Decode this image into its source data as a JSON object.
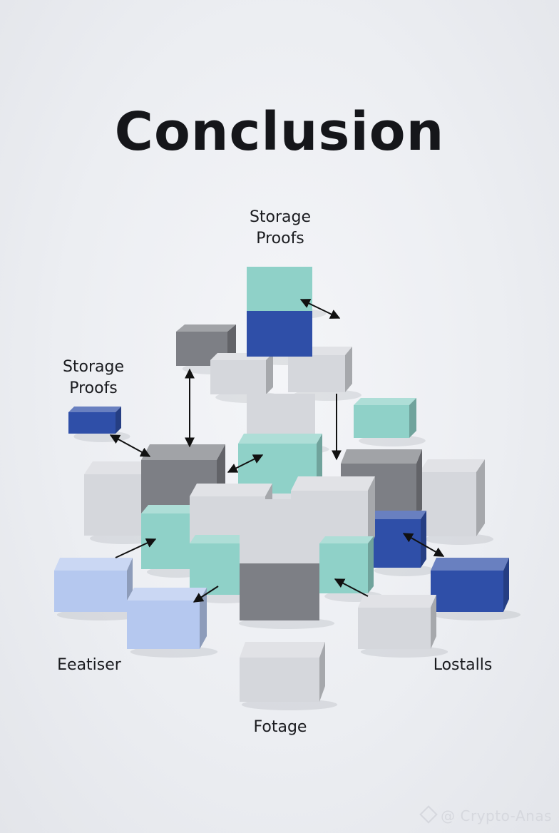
{
  "title": "Conclusion",
  "labels": {
    "top": [
      "Storage",
      "Proofs"
    ],
    "left": [
      "Storage",
      "Proofs"
    ],
    "bottom_left": "Eeatiser",
    "bottom_right": "Lostalls",
    "bottom_center": "Fotage"
  },
  "watermark": "@ Crypto-Anas",
  "colors": {
    "teal": "#8fd1c8",
    "blue": "#2f4fa8",
    "gray": "#7d7f85",
    "white": "#d5d7dc",
    "lightblue": "#b5c8ef"
  }
}
